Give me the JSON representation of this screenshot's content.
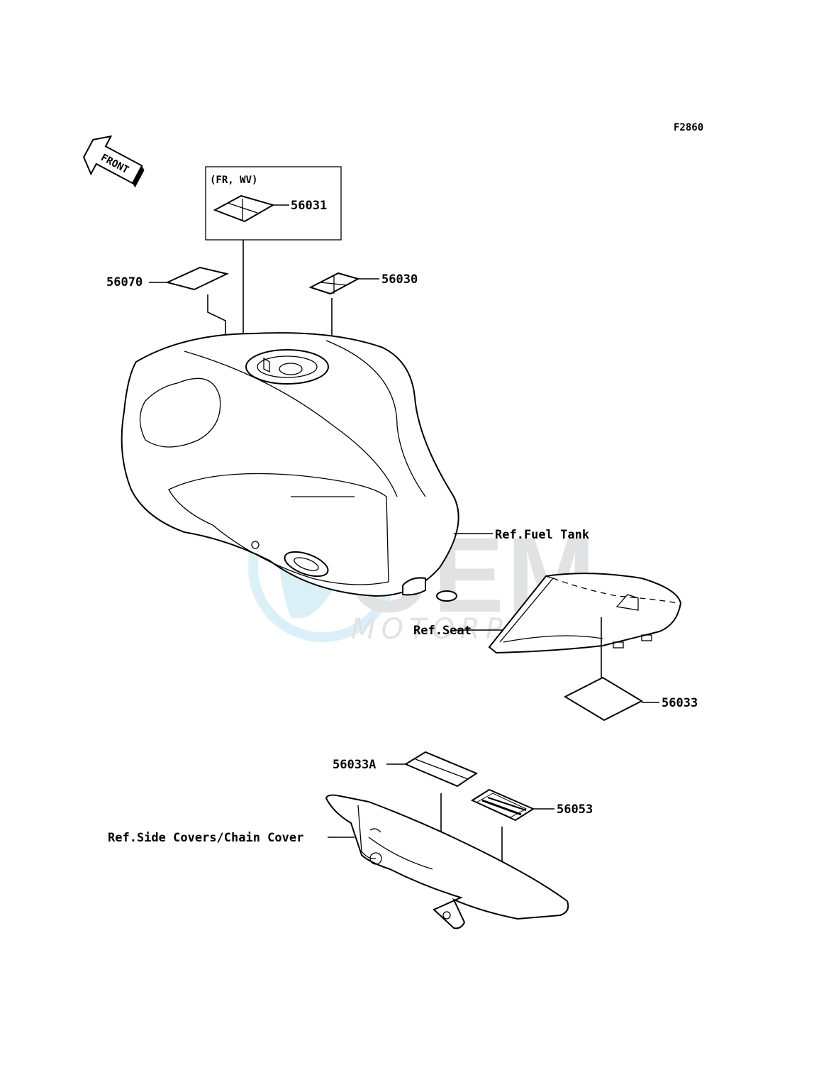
{
  "figure_code": "F2860",
  "front_arrow_label": "FRONT",
  "box_label": "(FR, WV)",
  "parts": {
    "p56031": "56031",
    "p56070": "56070",
    "p56030": "56030",
    "p56033": "56033",
    "p56033a": "56033A",
    "p56053": "56053"
  },
  "refs": {
    "fuel_tank": "Ref.Fuel Tank",
    "seat": "Ref.Seat",
    "side_covers": "Ref.Side Covers/Chain Cover"
  },
  "watermark": {
    "brand": "OEM",
    "sub": "MOTORPARTS"
  }
}
